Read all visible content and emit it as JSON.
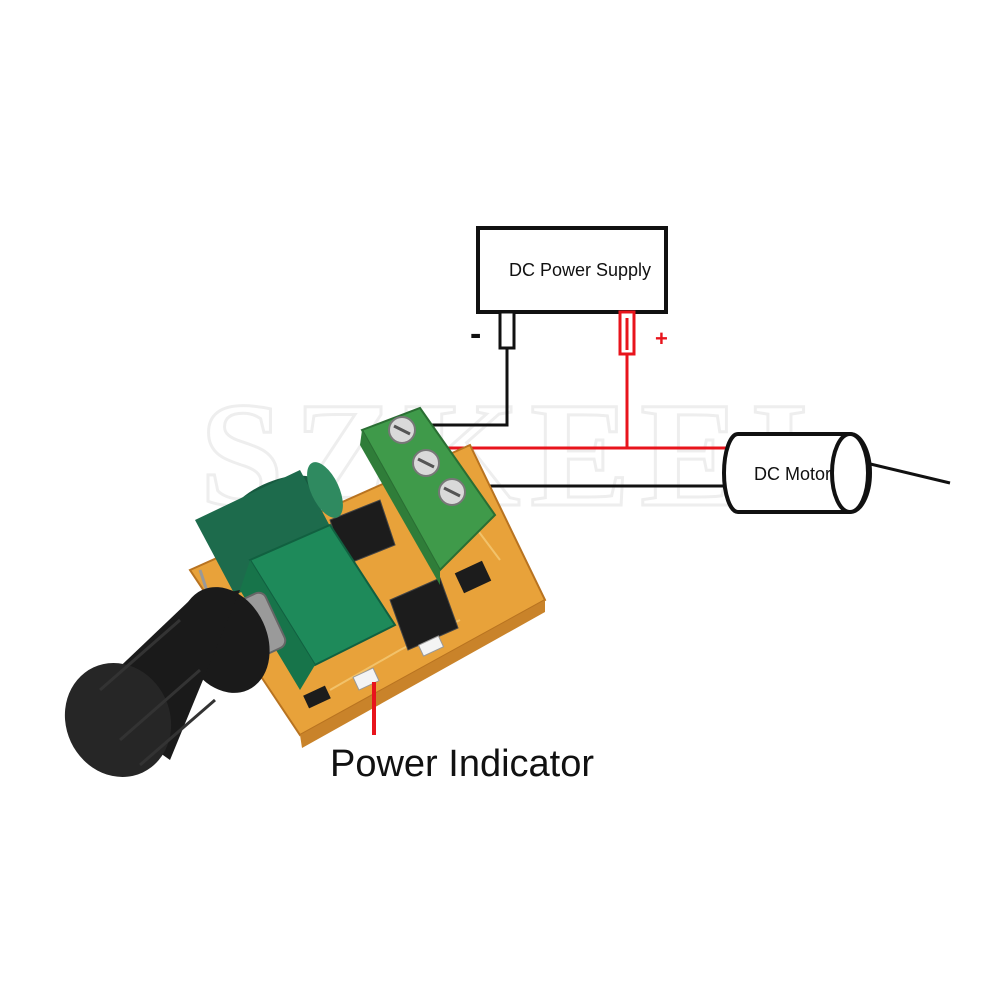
{
  "labels": {
    "power_supply": "DC Power Supply",
    "motor": "DC Motor",
    "indicator": "Power Indicator",
    "minus_sign": "-",
    "plus_sign": "+"
  },
  "watermark": "SZKEEI",
  "colors": {
    "wire_red": "#e8141c",
    "wire_black": "#111111",
    "terminal_green": "#3f9a4a",
    "pcb": "#e8a23a",
    "pot_green": "#1e8a5a",
    "capacitor": "#1d6b4c",
    "knob": "#1a1a1a"
  },
  "icons": [
    "power-supply-box-icon",
    "dc-motor-icon",
    "pwm-board-icon",
    "potentiometer-knob-icon",
    "capacitor-icon",
    "screw-terminal-icon"
  ]
}
